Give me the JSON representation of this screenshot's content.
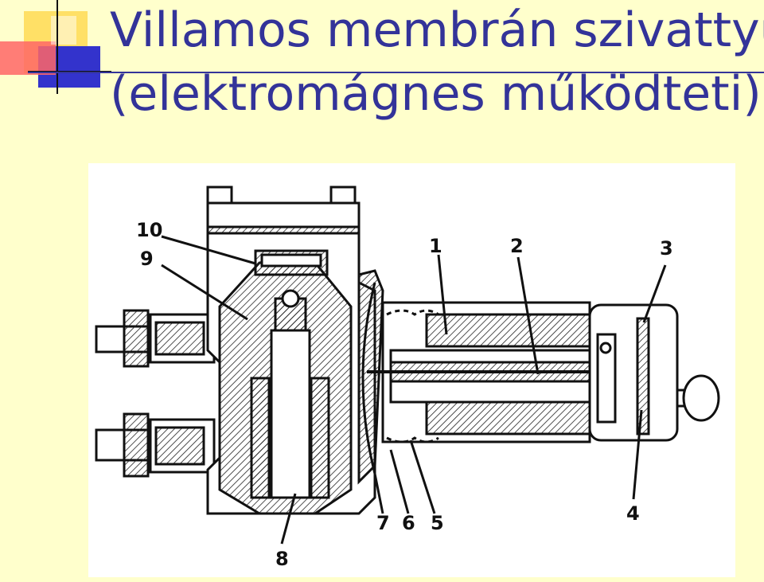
{
  "slide": {
    "title_line1": "Villamos membrán szivattyú",
    "title_line2": "(elektromágnes működteti)",
    "accent_color": "#333399",
    "background_color": "#FFFFCC"
  },
  "diagram": {
    "callouts": [
      "10",
      "9",
      "1",
      "2",
      "3",
      "4",
      "5",
      "6",
      "7",
      "8"
    ]
  }
}
